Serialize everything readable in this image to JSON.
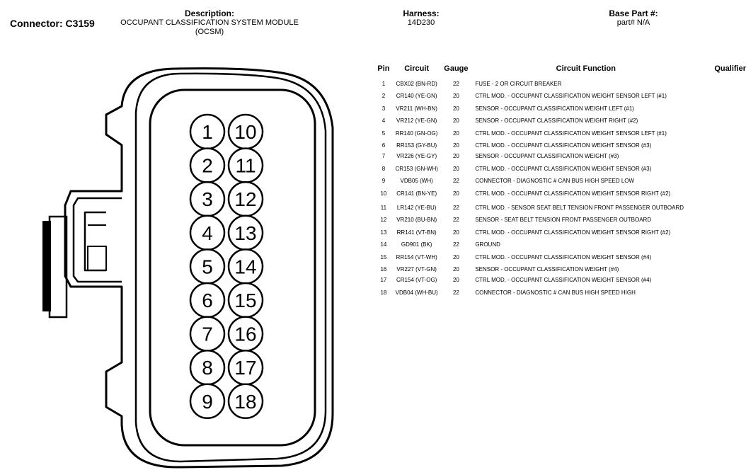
{
  "connector": {
    "label": "Connector: C3159"
  },
  "description": {
    "label": "Description:",
    "value": "OCCUPANT CLASSIFICATION SYSTEM MODULE (OCSM)"
  },
  "harness": {
    "label": "Harness:",
    "value": "14D230"
  },
  "base_part": {
    "label": "Base Part #:",
    "value": "part# N/A"
  },
  "table": {
    "headers": {
      "pin": "Pin",
      "circuit": "Circuit",
      "gauge": "Gauge",
      "function": "Circuit Function",
      "qualifier": "Qualifier"
    },
    "rows": [
      {
        "pin": "1",
        "circuit": "CBX02 (BN-RD)",
        "gauge": "22",
        "function": "FUSE - 2 OR CIRCUIT BREAKER"
      },
      {
        "pin": "2",
        "circuit": "CR140 (YE-GN)",
        "gauge": "20",
        "function": "CTRL MOD. - OCCUPANT CLASSIFICATION WEIGHT SENSOR LEFT (#1)"
      },
      {
        "pin": "3",
        "circuit": "VR211 (WH-BN)",
        "gauge": "20",
        "function": "SENSOR - OCCUPANT CLASSIFICATION WEIGHT LEFT (#1)"
      },
      {
        "pin": "4",
        "circuit": "VR212 (YE-GN)",
        "gauge": "20",
        "function": "SENSOR - OCCUPANT CLASSIFICATION WEIGHT RIGHT (#2)"
      },
      {
        "pin": "5",
        "circuit": "RR140 (GN-OG)",
        "gauge": "20",
        "function": "CTRL MOD. - OCCUPANT CLASSIFICATION WEIGHT SENSOR LEFT (#1)"
      },
      {
        "pin": "6",
        "circuit": "RR153 (GY-BU)",
        "gauge": "20",
        "function": "CTRL MOD. - OCCUPANT CLASSIFICATION WEIGHT SENSOR (#3)"
      },
      {
        "pin": "7",
        "circuit": "VR226 (YE-GY)",
        "gauge": "20",
        "function": "SENSOR - OCCUPANT CLASSIFICATION WEIGHT (#3)"
      },
      {
        "pin": "8",
        "circuit": "CR153 (GN-WH)",
        "gauge": "20",
        "function": "CTRL MOD. - OCCUPANT CLASSIFICATION WEIGHT SENSOR (#3)"
      },
      {
        "pin": "9",
        "circuit": "VDB05 (WH)",
        "gauge": "22",
        "function": "CONNECTOR - DIAGNOSTIC # CAN BUS HIGH SPEED LOW"
      },
      {
        "pin": "10",
        "circuit": "CR141 (BN-YE)",
        "gauge": "20",
        "function": "CTRL MOD. - OCCUPANT CLASSIFICATION WEIGHT SENSOR RIGHT (#2)"
      },
      {
        "pin": "11",
        "circuit": "LR142 (YE-BU)",
        "gauge": "22",
        "function": "CTRL MOD. - SENSOR SEAT BELT TENSION FRONT PASSENGER OUTBOARD"
      },
      {
        "pin": "12",
        "circuit": "VR210 (BU-BN)",
        "gauge": "22",
        "function": "SENSOR - SEAT BELT TENSION FRONT PASSENGER OUTBOARD"
      },
      {
        "pin": "13",
        "circuit": "RR141 (VT-BN)",
        "gauge": "20",
        "function": "CTRL MOD. - OCCUPANT CLASSIFICATION WEIGHT SENSOR RIGHT (#2)"
      },
      {
        "pin": "14",
        "circuit": "GD901 (BK)",
        "gauge": "22",
        "function": "GROUND"
      },
      {
        "pin": "15",
        "circuit": "RR154 (VT-WH)",
        "gauge": "20",
        "function": "CTRL MOD. - OCCUPANT CLASSIFICATION WEIGHT SENSOR (#4)"
      },
      {
        "pin": "16",
        "circuit": "VR227 (VT-GN)",
        "gauge": "20",
        "function": "SENSOR - OCCUPANT CLASSIFICATION WEIGHT (#4)"
      },
      {
        "pin": "17",
        "circuit": "CR154 (VT-OG)",
        "gauge": "20",
        "function": "CTRL MOD. - OCCUPANT CLASSIFICATION WEIGHT SENSOR (#4)"
      },
      {
        "pin": "18",
        "circuit": "VDB04 (WH-BU)",
        "gauge": "22",
        "function": "CONNECTOR - DIAGNOSTIC # CAN BUS HIGH SPEED HIGH"
      }
    ]
  },
  "connector_face": {
    "left_column": [
      "1",
      "2",
      "3",
      "4",
      "5",
      "6",
      "7",
      "8",
      "9"
    ],
    "right_column": [
      "10",
      "11",
      "12",
      "13",
      "14",
      "15",
      "16",
      "17",
      "18"
    ]
  }
}
